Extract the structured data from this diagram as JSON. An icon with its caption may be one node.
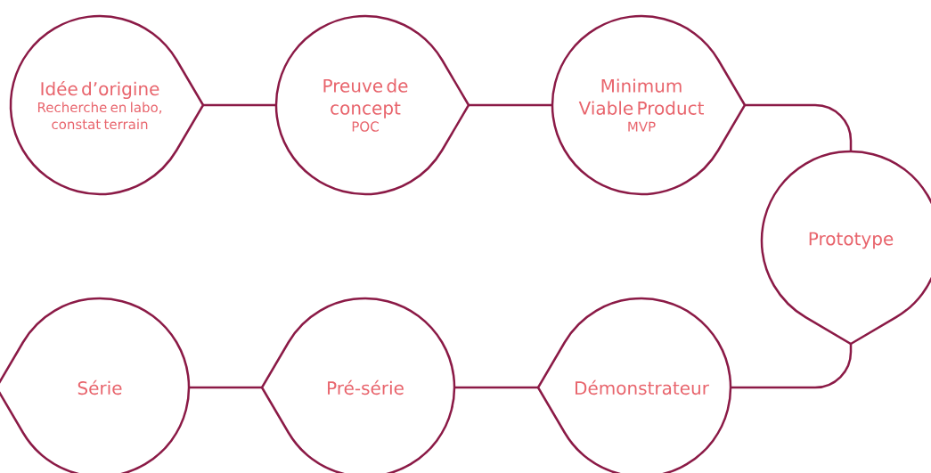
{
  "diagram": {
    "nodes": [
      {
        "text": [
          "Idée d’origine",
          "Recherche en labo, constat terrain"
        ]
      },
      {
        "text": [
          "Preuve de concept",
          "POC"
        ]
      },
      {
        "text": [
          "Minimum Viable Product",
          "MVP"
        ]
      },
      {
        "text": [
          "Prototype"
        ]
      },
      {
        "text": [
          "Démonstrateur"
        ]
      },
      {
        "text": [
          "Pré-série"
        ]
      },
      {
        "text": [
          "Série"
        ]
      }
    ],
    "edges": [
      {
        "from": 0,
        "to": 1,
        "arrow": "none"
      },
      {
        "from": 1,
        "to": 2,
        "arrow": "none"
      },
      {
        "from": 2,
        "to": 3,
        "arrow": "none"
      },
      {
        "from": 3,
        "to": 4,
        "arrow": "none"
      },
      {
        "from": 4,
        "to": 5,
        "arrow": "none"
      },
      {
        "from": 5,
        "to": 6,
        "arrow": "none"
      }
    ]
  }
}
